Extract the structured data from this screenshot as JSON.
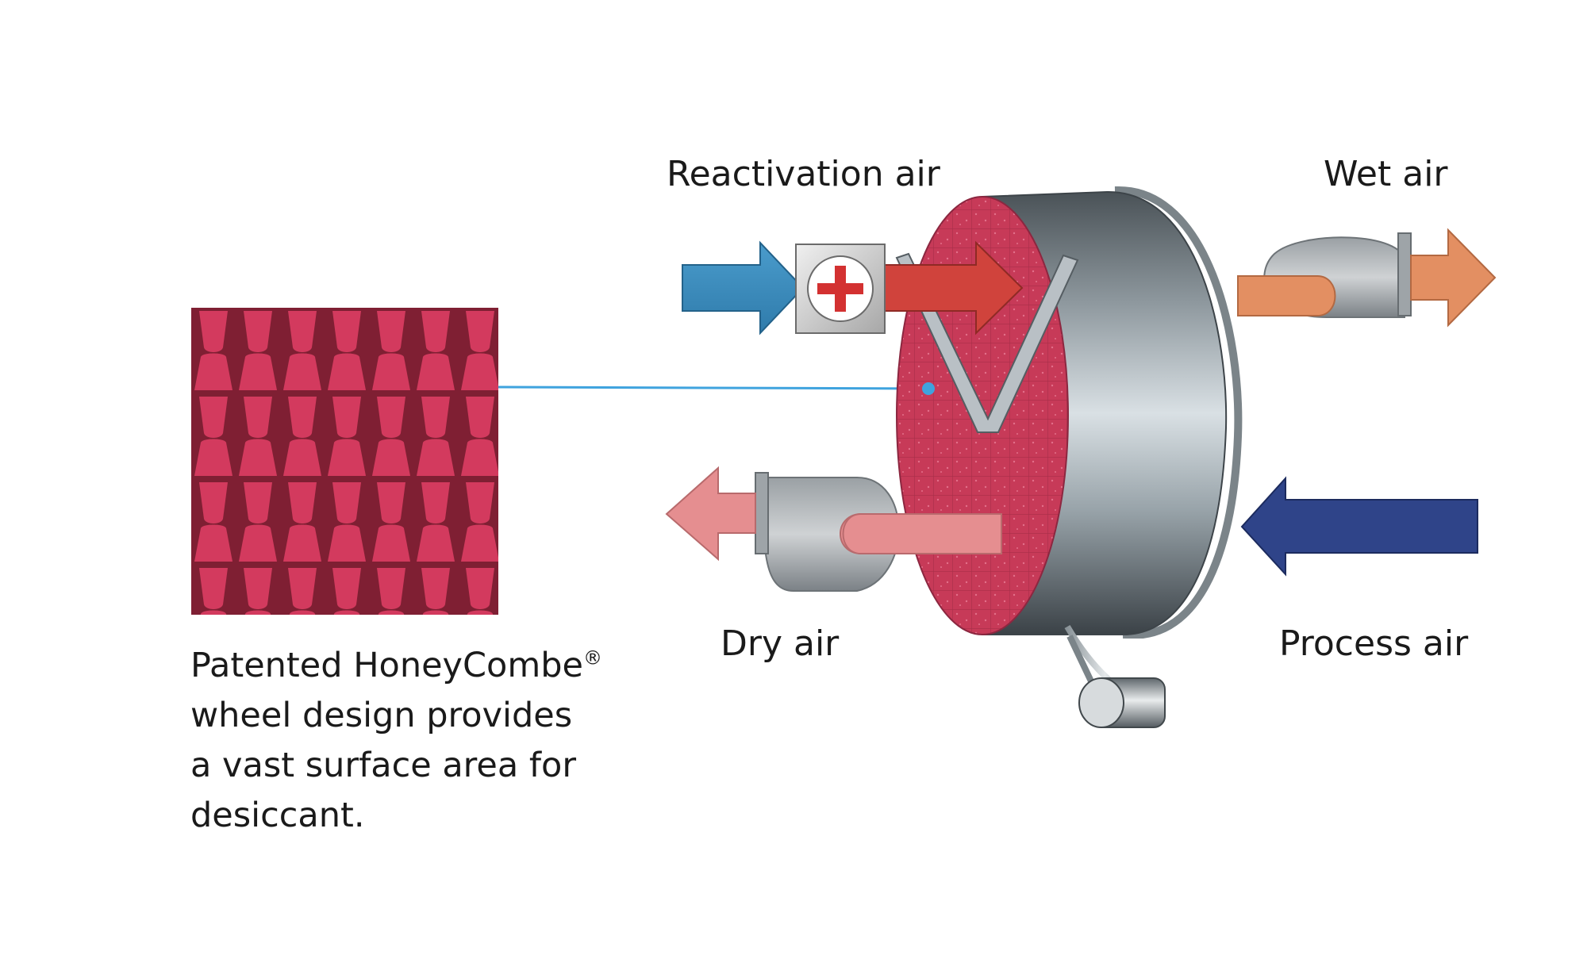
{
  "labels": {
    "reactivation_air": "Reactivation air",
    "wet_air": "Wet air",
    "dry_air": "Dry air",
    "process_air": "Process air"
  },
  "caption": {
    "line1_text": "Patented HoneyCombe",
    "registered_mark": "®",
    "line2": "wheel design provides",
    "line3": "a vast surface area for",
    "line4": "desiccant."
  },
  "icons": {
    "heater": "heater-plus-icon",
    "fan_wet": "fan-icon",
    "fan_dry": "fan-icon",
    "drive_motor": "motor-icon"
  },
  "colors": {
    "reactivation_in": "#3f8fc0",
    "reactivation_heated": "#d0433c",
    "wet_air": "#e38f62",
    "dry_air": "#e58e90",
    "process_air": "#2f4489",
    "wheel_face": "#c93a5a",
    "honeycomb_base": "#d33a5e",
    "honeycomb_dark": "#7f1f33",
    "connector_line": "#3fa3de",
    "heater_cross": "#d33131"
  }
}
